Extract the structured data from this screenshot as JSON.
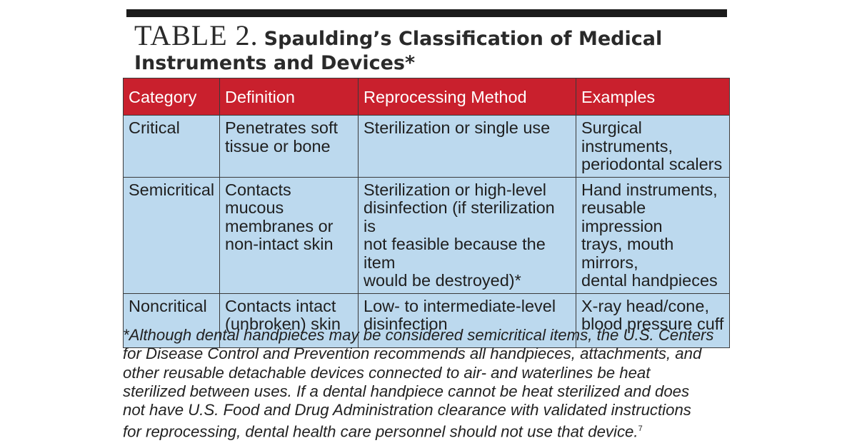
{
  "title": {
    "label": "TABLE 2.",
    "text_line1": "Spaulding’s Classification of Medical",
    "text_line2": "Instruments and Devices*"
  },
  "table": {
    "headers": [
      "Category",
      "Definition",
      "Reprocessing Method",
      "Examples"
    ],
    "rows": [
      {
        "category": "Critical",
        "definition": "Penetrates soft\ntissue or bone",
        "method": "Sterilization or single use",
        "examples": "Surgical instruments,\nperiodontal scalers"
      },
      {
        "category": "Semicritical",
        "definition": "Contacts mucous\nmembranes or\nnon-intact skin",
        "method": "Sterilization or high-level\ndisinfection (if sterilization is\nnot feasible because the item\nwould be destroyed)*",
        "examples": "Hand instruments,\nreusable impression\ntrays, mouth mirrors,\ndental handpieces"
      },
      {
        "category": "Noncritical",
        "definition": "Contacts intact\n(unbroken) skin",
        "method": "Low- to intermediate-level\ndisinfection",
        "examples": "X-ray head/cone,\nblood pressure cuff"
      }
    ]
  },
  "footnote": {
    "marker": "*",
    "text": "Although dental handpieces may be considered semicritical items, the U.S. Centers\nfor Disease Control and Prevention recommends all handpieces, attachments, and\nother reusable detachable devices connected to air- and waterlines be heat\nsterilized between uses. If a dental handpiece cannot be heat sterilized and does\nnot have U.S. Food and Drug Administration clearance with validated instructions\nfor reprocessing, dental health care personnel should not use that device.",
    "reference": "7"
  },
  "colors": {
    "header_background": "#c9202d",
    "cell_background": "#bcd9ee",
    "rule": "#1b1b1b"
  }
}
